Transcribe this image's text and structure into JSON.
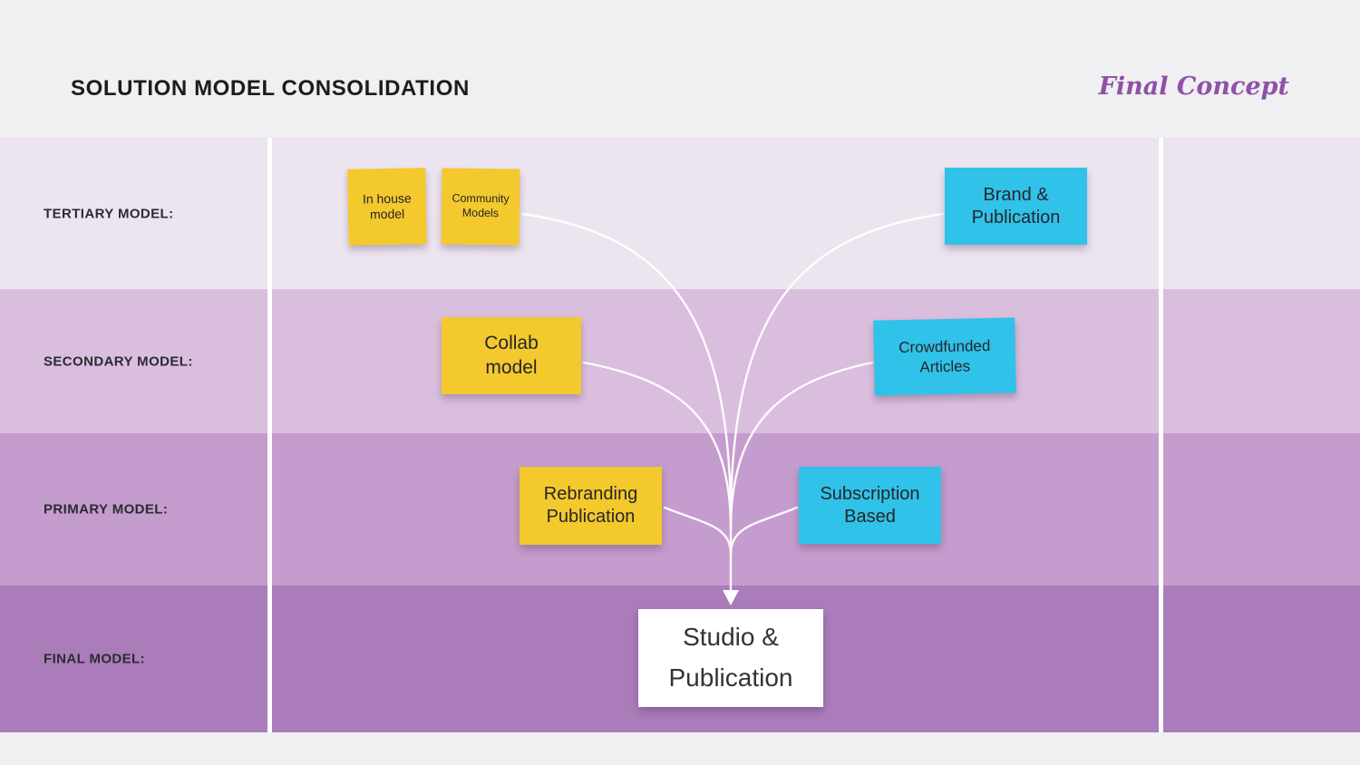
{
  "header": {
    "title": "SOLUTION MODEL CONSOLIDATION",
    "badge": "Final Concept"
  },
  "rows": [
    {
      "id": "tertiary",
      "label": "TERTIARY MODEL:",
      "color": "#ece4ef"
    },
    {
      "id": "secondary",
      "label": "SECONDARY MODEL:",
      "color": "#d9bedd"
    },
    {
      "id": "primary",
      "label": "PRIMARY MODEL:",
      "color": "#c49ccd"
    },
    {
      "id": "final",
      "label": "FINAL MODEL:",
      "color": "#aa7cba"
    }
  ],
  "notes": [
    {
      "id": "in-house-model",
      "row": "tertiary",
      "type": "yellow",
      "label": "In house\nmodel"
    },
    {
      "id": "community-models",
      "row": "tertiary",
      "type": "yellow",
      "label": "Community\nModels"
    },
    {
      "id": "brand-publication",
      "row": "tertiary",
      "type": "cyan",
      "label": "Brand &\nPublication"
    },
    {
      "id": "collab-model",
      "row": "secondary",
      "type": "yellow",
      "label": "Collab\nmodel"
    },
    {
      "id": "crowdfunded-articles",
      "row": "secondary",
      "type": "cyan",
      "label": "Crowdfunded\nArticles"
    },
    {
      "id": "rebranding-publication",
      "row": "primary",
      "type": "yellow",
      "label": "Rebranding\nPublication"
    },
    {
      "id": "subscription-based",
      "row": "primary",
      "type": "cyan",
      "label": "Subscription\nBased"
    },
    {
      "id": "studio-publication",
      "row": "final",
      "type": "white",
      "label": "Studio &\nPublication"
    }
  ],
  "colors": {
    "sticky_yellow": "#f3c92d",
    "sticky_cyan": "#30c2e9",
    "sticky_white": "#ffffff",
    "accent_purple": "#8e51a8",
    "connector_white": "#ffffff",
    "background": "#f0eff1"
  }
}
